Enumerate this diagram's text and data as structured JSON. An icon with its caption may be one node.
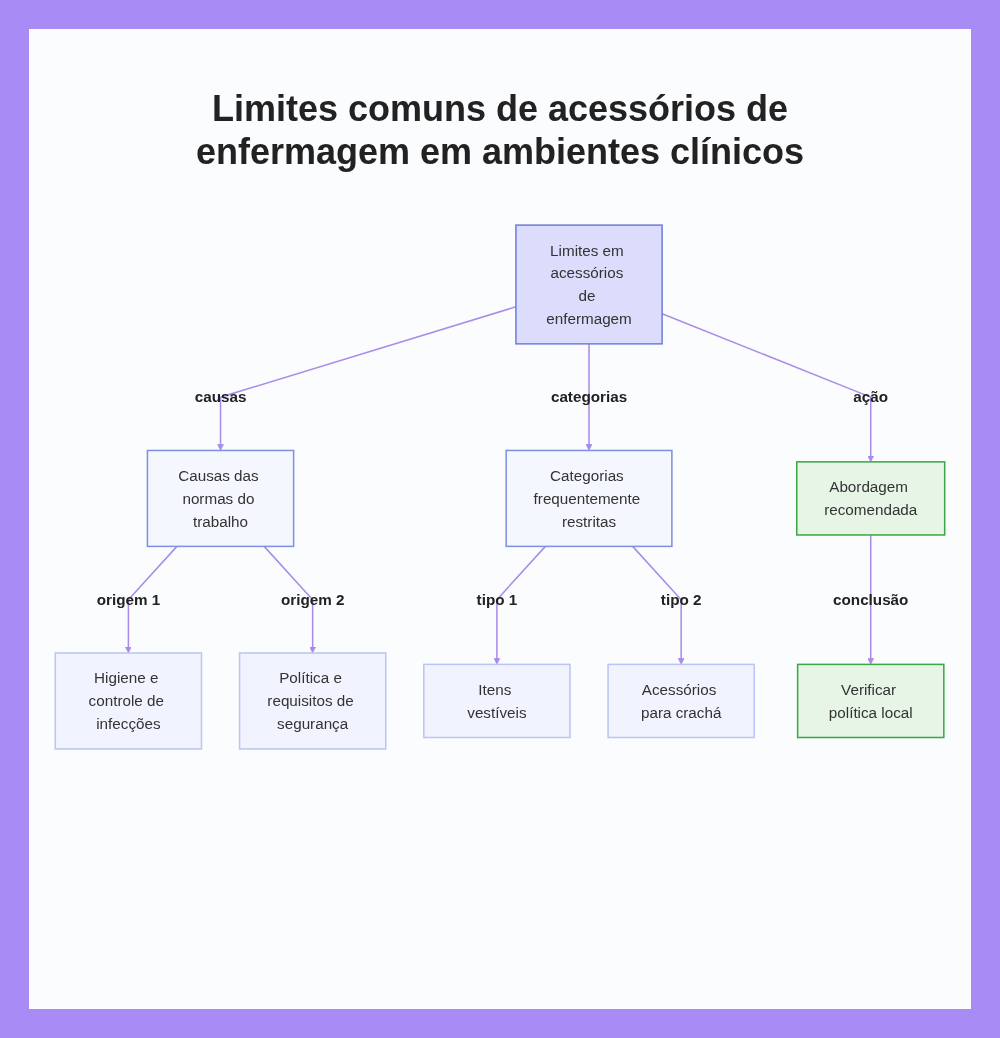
{
  "diagram": {
    "title": "Limites comuns de acessórios de enfermagem em ambientes clínicos",
    "nodes": [
      {
        "text": [
          "Limites em acessórios de enfermagem"
        ]
      },
      {
        "text": [
          "Causas das normas do trabalho"
        ]
      },
      {
        "text": [
          "Categorias frequentemente restritas"
        ]
      },
      {
        "text": [
          "Abordagem recomendada"
        ]
      },
      {
        "text": [
          "Higiene e controle de infecções"
        ]
      },
      {
        "text": [
          "Política e requisitos de segurança"
        ]
      },
      {
        "text": [
          "Itens vestíveis"
        ]
      },
      {
        "text": [
          "Acessórios para crachá"
        ]
      },
      {
        "text": [
          "Verificar política local"
        ]
      }
    ],
    "edges": [
      {
        "from": 0,
        "to": 1,
        "arrow": "to",
        "label": "causas"
      },
      {
        "from": 0,
        "to": 2,
        "arrow": "to",
        "label": "categorias"
      },
      {
        "from": 0,
        "to": 3,
        "arrow": "to",
        "label": "ação"
      },
      {
        "from": 1,
        "to": 4,
        "arrow": "to",
        "label": "origem 1"
      },
      {
        "from": 1,
        "to": 5,
        "arrow": "to",
        "label": "origem 2"
      },
      {
        "from": 2,
        "to": 6,
        "arrow": "to",
        "label": "tipo 1"
      },
      {
        "from": 2,
        "to": 7,
        "arrow": "to",
        "label": "tipo 2"
      },
      {
        "from": 3,
        "to": 8,
        "arrow": "to",
        "label": "conclusão"
      }
    ]
  }
}
